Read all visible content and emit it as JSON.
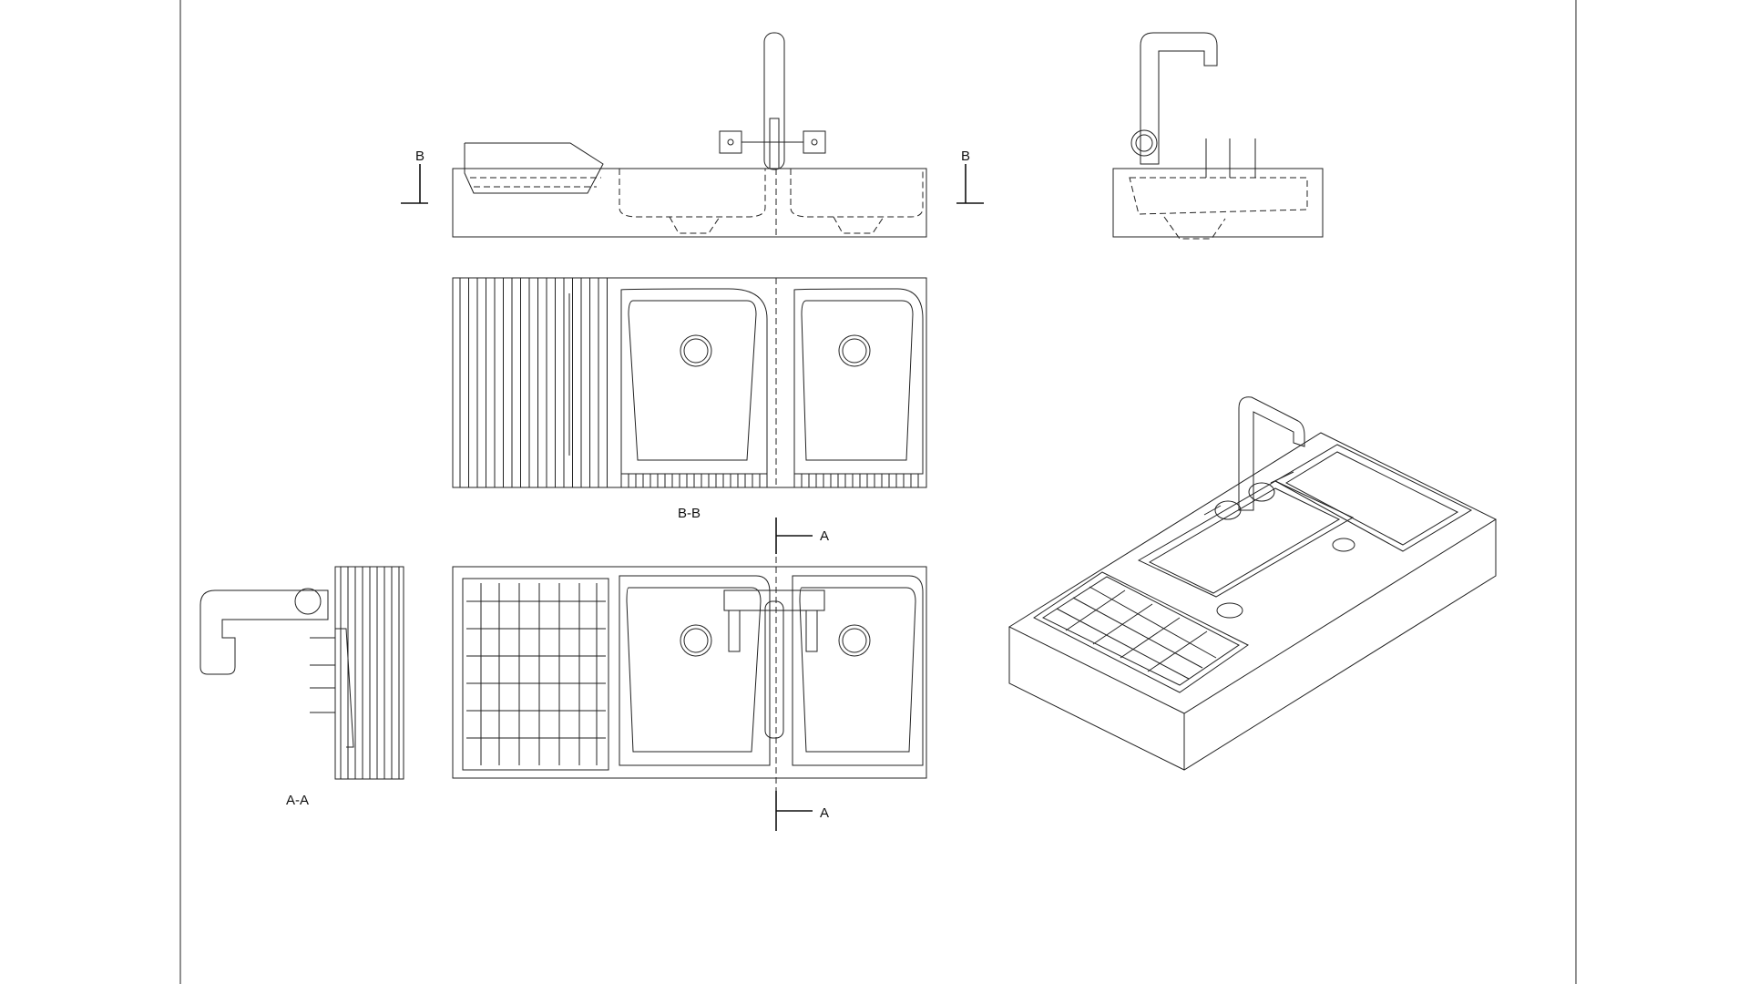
{
  "sheet": {
    "labels": {
      "section_b_left": "B",
      "section_b_right": "B",
      "section_bb_title": "B-B",
      "section_a_top": "A",
      "section_a_bottom": "A",
      "section_aa_title": "A-A"
    },
    "views": [
      "front-elevation",
      "side-elevation",
      "section-b-b",
      "plan-view",
      "section-a-a",
      "isometric-view"
    ]
  }
}
